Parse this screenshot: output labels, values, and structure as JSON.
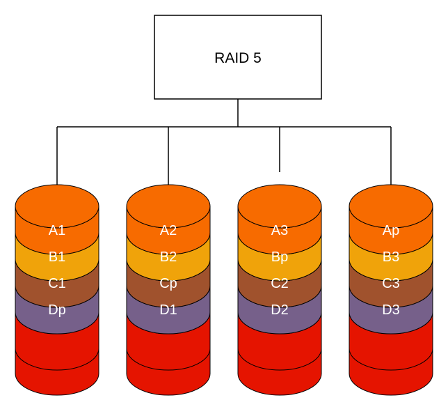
{
  "title": "RAID 5",
  "colors": {
    "A": "#f76b00",
    "B": "#f0a30a",
    "C": "#a0522d",
    "D": "#76608a",
    "empty": "#e51400",
    "stroke": "#000000",
    "label": "#ffffff"
  },
  "disks": [
    {
      "blocks": [
        "A1",
        "B1",
        "C1",
        "Dp"
      ]
    },
    {
      "blocks": [
        "A2",
        "B2",
        "Cp",
        "D1"
      ]
    },
    {
      "blocks": [
        "A3",
        "Bp",
        "C2",
        "D2"
      ]
    },
    {
      "blocks": [
        "Ap",
        "B3",
        "C3",
        "D3"
      ]
    }
  ]
}
